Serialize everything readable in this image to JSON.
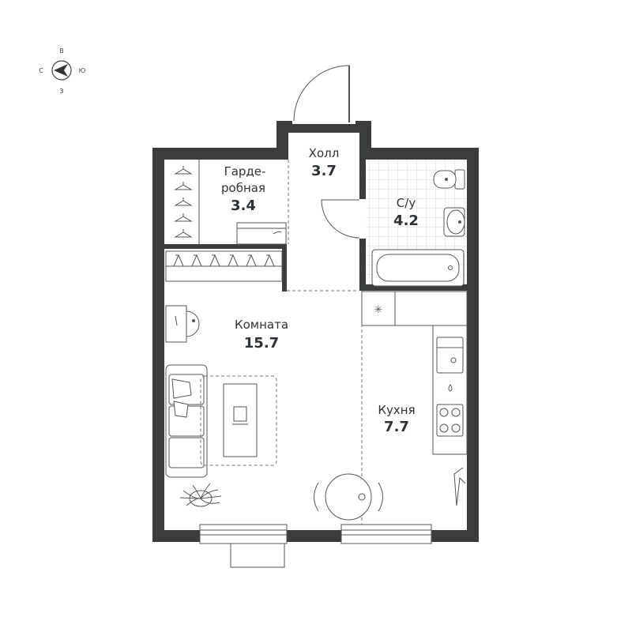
{
  "compass": {
    "north": "С",
    "east": "В",
    "south": "Ю",
    "west": "З"
  },
  "rooms": {
    "wardrobe": {
      "name_line1": "Гарде-",
      "name_line2": "робная",
      "area": "3.4"
    },
    "hall": {
      "name": "Холл",
      "area": "3.7"
    },
    "bathroom": {
      "name": "С/у",
      "area": "4.2"
    },
    "living": {
      "name": "Комната",
      "area": "15.7"
    },
    "kitchen": {
      "name": "Кухня",
      "area": "7.7"
    }
  },
  "colors": {
    "wall": "#3a3c3e",
    "bathroom_tile": "#eeeeee",
    "line": "#555555",
    "text": "#2f3235"
  }
}
